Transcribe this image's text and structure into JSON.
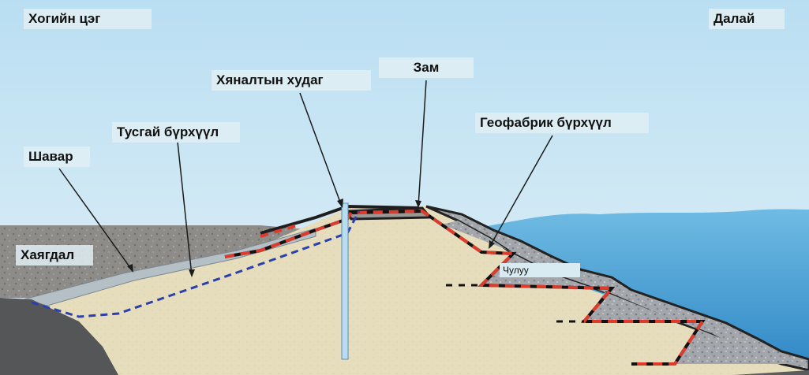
{
  "labels": {
    "tailings_pond": "Хогийн цэг",
    "sea": "Далай",
    "road": "Зам",
    "monitoring_well": "Хяналтын худаг",
    "special_liner": "Тусгай бүрхүүл",
    "geofabric_liner": "Геофабрик бүрхүүл",
    "clay": "Шавар",
    "waste": "Хаягдал",
    "rock": "Чулуу"
  },
  "colors": {
    "sky": "#d6ecf6",
    "water": "#4aa3d6",
    "fill": "#e8dfbf",
    "rock_armor": "#9a9ea3",
    "gravel_waste": "#8c8a86",
    "bedrock": "#555758",
    "clay_layer": "#b7c3c8",
    "geofabric": "#e03a2c",
    "special_liner": "#2b3fb0",
    "well_pipe": "#b9dcf0"
  },
  "icons": {
    "label_pointer": "line-arrow"
  }
}
